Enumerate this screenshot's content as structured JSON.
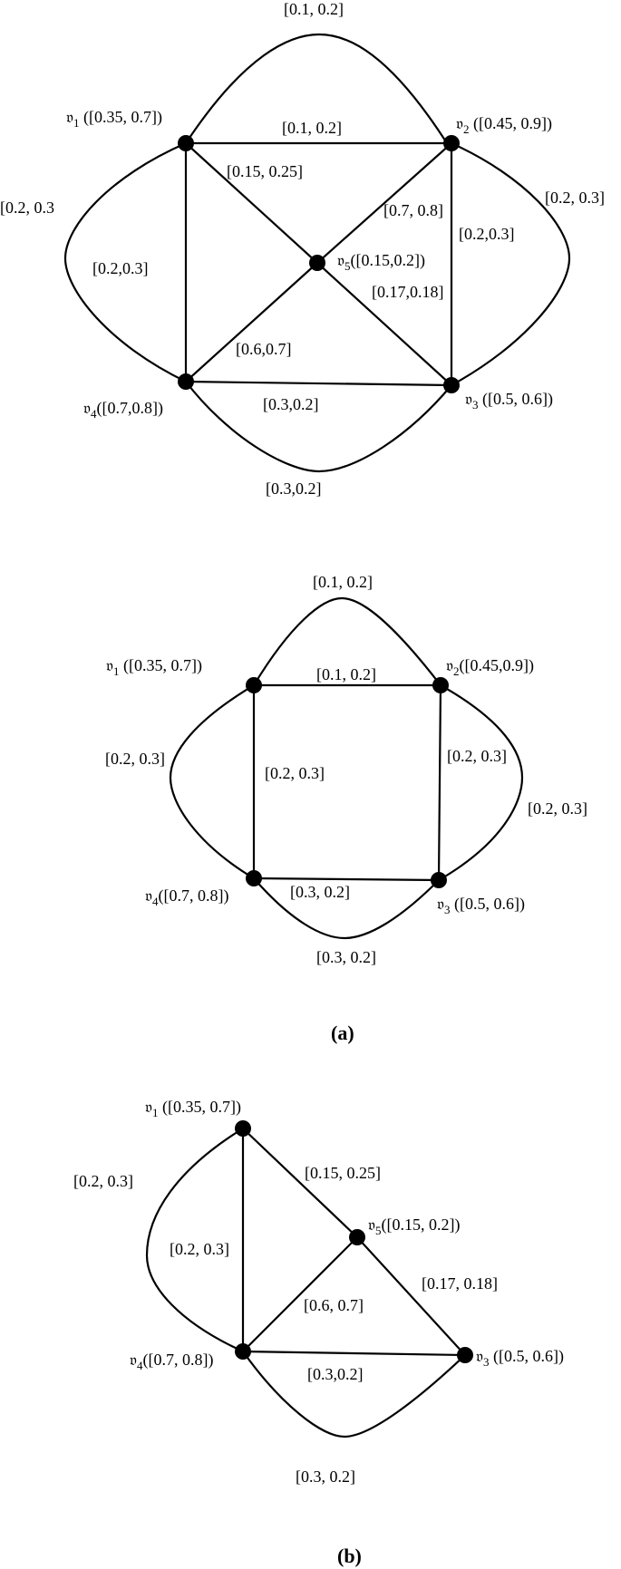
{
  "graph_main": {
    "nodes": {
      "v1": {
        "name": "𝔳",
        "sub": "1",
        "value": " ([0.35, 0.7])"
      },
      "v2": {
        "name": "𝔳",
        "sub": "2",
        "value": " ([0.45, 0.9])"
      },
      "v3": {
        "name": "𝔳",
        "sub": "3",
        "value": " ([0.5, 0.6])"
      },
      "v4": {
        "name": "𝔳",
        "sub": "4",
        "value": "([0.7,0.8])"
      },
      "v5": {
        "name": "𝔳",
        "sub": "5",
        "value": "([0.15,0.2])"
      }
    },
    "edges": {
      "v1_v2_curve": "[0.1, 0.2]",
      "v1_v2": "[0.1, 0.2]",
      "v1_v5": "[0.15, 0.25]",
      "v1_v4_curve": "[0.2, 0.3",
      "v1_v4": "[0.2,0.3]",
      "v2_v5": "[0.7, 0.8]",
      "v2_v3": "[0.2,0.3]",
      "v2_v3_curve": "[0.2, 0.3]",
      "v5_v3": "[0.17,0.18]",
      "v4_v5": "[0.6,0.7]",
      "v4_v3": "[0.3,0.2]",
      "v4_v3_curve": "[0.3,0.2]"
    }
  },
  "graph_a": {
    "caption": "(a)",
    "nodes": {
      "v1": {
        "name": "𝔳",
        "sub": "1",
        "value": " ([0.35, 0.7])"
      },
      "v2": {
        "name": "𝔳",
        "sub": "2",
        "value": "([0.45,0.9])"
      },
      "v3": {
        "name": "𝔳",
        "sub": "3",
        "value": " ([0.5, 0.6])"
      },
      "v4": {
        "name": "𝔳",
        "sub": "4",
        "value": "([0.7, 0.8])"
      }
    },
    "edges": {
      "v1_v2_curve": "[0.1, 0.2]",
      "v1_v2": "[0.1, 0.2]",
      "v1_v4_curve": "[0.2, 0.3]",
      "v1_v4": "[0.2, 0.3]",
      "v2_v3": "[0.2, 0.3]",
      "v2_v3_curve": "[0.2, 0.3]",
      "v4_v3": "[0.3, 0.2]",
      "v4_v3_curve": "[0.3, 0.2]"
    }
  },
  "graph_b": {
    "caption": "(b)",
    "nodes": {
      "v1": {
        "name": "𝔳",
        "sub": "1",
        "value": " ([0.35, 0.7])"
      },
      "v3": {
        "name": "𝔳",
        "sub": "3",
        "value": " ([0.5, 0.6])"
      },
      "v4": {
        "name": "𝔳",
        "sub": "4",
        "value": "([0.7, 0.8])"
      },
      "v5": {
        "name": "𝔳",
        "sub": "5",
        "value": "([0.15, 0.2])"
      }
    },
    "edges": {
      "v1_v4_curve": "[0.2, 0.3]",
      "v1_v4": "[0.2, 0.3]",
      "v1_v5": "[0.15, 0.25]",
      "v5_v3": "[0.17, 0.18]",
      "v4_v5": "[0.6, 0.7]",
      "v4_v3": "[0.3,0.2]",
      "v4_v3_curve": "[0.3, 0.2]"
    }
  }
}
